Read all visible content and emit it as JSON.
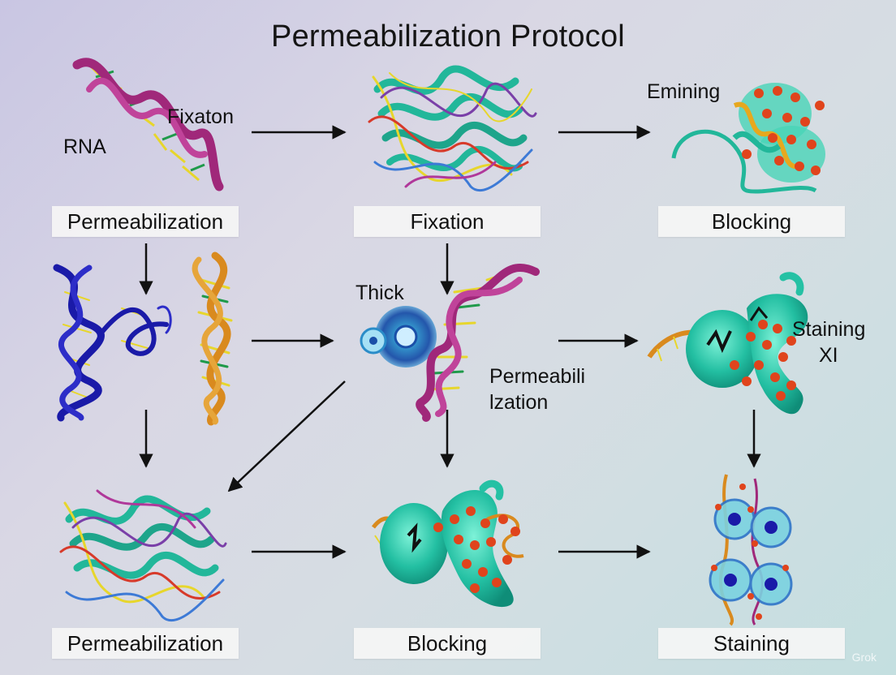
{
  "title": "Permeabilization Protocol",
  "box_labels": {
    "r1c1": "Permeabilization",
    "r1c2": "Fixation",
    "r1c3": "Blocking",
    "r3c1": "Permeabilization",
    "r3c2": "Blocking",
    "r3c3": "Staining"
  },
  "annotations": {
    "rna": "RNA",
    "fixaton": "Fixaton",
    "emining": "Emining",
    "thick": "Thick",
    "permeabili_line1": "Permeabili",
    "permeabili_line2": "lzation",
    "staining_line1": "Staining",
    "staining_line2": "XI"
  },
  "watermark": "Grok",
  "colors": {
    "helix_magenta": "#a0287a",
    "helix_blue": "#1a1aa8",
    "helix_orange": "#d98a1e",
    "rung_yellow": "#e7d62c",
    "rung_green": "#1f9a4a",
    "protein_teal": "#25c1a4",
    "bead_red": "#e0441c",
    "arrow": "#111111"
  }
}
